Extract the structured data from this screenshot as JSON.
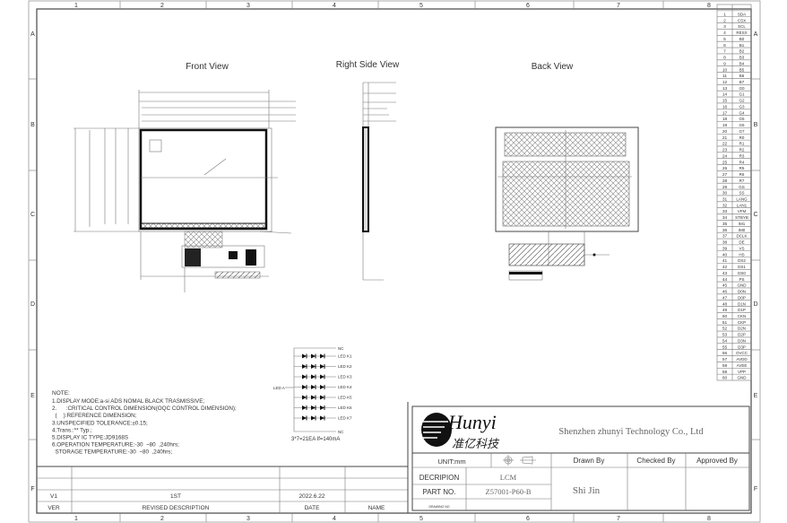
{
  "ruler": {
    "columns": [
      "1",
      "2",
      "3",
      "4",
      "5",
      "6",
      "7",
      "8"
    ],
    "rows": [
      "A",
      "B",
      "C",
      "D",
      "E",
      "F"
    ]
  },
  "views": {
    "front": "Front View",
    "right_side": "Right Side View",
    "back": "Back View"
  },
  "pins": [
    [
      "1",
      "SDA"
    ],
    [
      "2",
      "CSX"
    ],
    [
      "3",
      "SCL"
    ],
    [
      "4",
      "RESX"
    ],
    [
      "5",
      "B0"
    ],
    [
      "6",
      "B1"
    ],
    [
      "7",
      "B2"
    ],
    [
      "8",
      "B3"
    ],
    [
      "9",
      "B4"
    ],
    [
      "10",
      "B5"
    ],
    [
      "11",
      "B6"
    ],
    [
      "12",
      "B7"
    ],
    [
      "13",
      "G0"
    ],
    [
      "14",
      "G1"
    ],
    [
      "15",
      "G2"
    ],
    [
      "16",
      "G3"
    ],
    [
      "17",
      "G4"
    ],
    [
      "18",
      "G5"
    ],
    [
      "19",
      "G6"
    ],
    [
      "20",
      "G7"
    ],
    [
      "21",
      "R0"
    ],
    [
      "22",
      "R1"
    ],
    [
      "23",
      "R2"
    ],
    [
      "24",
      "R3"
    ],
    [
      "25",
      "R4"
    ],
    [
      "26",
      "R5"
    ],
    [
      "27",
      "R6"
    ],
    [
      "28",
      "R7"
    ],
    [
      "29",
      "GS"
    ],
    [
      "30",
      "SS"
    ],
    [
      "31",
      "LANG"
    ],
    [
      "32",
      "LAN1"
    ],
    [
      "33",
      "VFM"
    ],
    [
      "34",
      "STBYB"
    ],
    [
      "35",
      "IM1"
    ],
    [
      "36",
      "IM0"
    ],
    [
      "37",
      "DCLK"
    ],
    [
      "38",
      "DE"
    ],
    [
      "39",
      "VS"
    ],
    [
      "40",
      "HS"
    ],
    [
      "41",
      "DS2"
    ],
    [
      "42",
      "DS1"
    ],
    [
      "43",
      "DS0"
    ],
    [
      "44",
      "PS"
    ],
    [
      "45",
      "GND"
    ],
    [
      "46",
      "D0N"
    ],
    [
      "47",
      "D0P"
    ],
    [
      "48",
      "D1N"
    ],
    [
      "49",
      "D1P"
    ],
    [
      "50",
      "CKN"
    ],
    [
      "51",
      "CKP"
    ],
    [
      "52",
      "D2N"
    ],
    [
      "53",
      "D2P"
    ],
    [
      "54",
      "D3N"
    ],
    [
      "55",
      "D3P"
    ],
    [
      "56",
      "OVCC"
    ],
    [
      "57",
      "AVDD"
    ],
    [
      "58",
      "AVEE"
    ],
    [
      "59",
      "VPP"
    ],
    [
      "60",
      "GND"
    ]
  ],
  "notes": {
    "title": "NOTE:",
    "lines": [
      "1.DISPLAY MODE:a-si ADS NOMAL BLACK TRASMISSIVE;",
      "2.      :CRITICAL CONTROL DIMENSION(OQC CONTROL DIMENSION);",
      "  (    ):REFERENCE DIMENSION;",
      "3.UNSPECIFIED TOLERANCE:±0.15;",
      "4.Trans.:** Typ.;",
      "5.DISPLAY IC TYPE:JD9168S",
      "6.OPERATION TEMPERATURE:-30  ~80  ,240hrs;",
      "  STORAGE TEMPERATURE:-30  ~80  ,240hrs;"
    ]
  },
  "led": {
    "anode": "LED A",
    "cathodes": [
      "LED K1",
      "LED K2",
      "LED K3",
      "LED K4",
      "LED K5",
      "LED K6",
      "LED K7"
    ],
    "nc": "NC",
    "caption": "3*7=21EA  If=140mA"
  },
  "title_block": {
    "logo_text": "Hunyi",
    "logo_cn": "准亿科技",
    "company": "Shenzhen zhunyi Technology Co., Ltd",
    "unit": "UNIT:mm",
    "drawn_by_label": "Drawn By",
    "checked_by_label": "Checked By",
    "approved_by_label": "Approved By",
    "description_label": "DECRIPION",
    "description": "LCM",
    "part_no_label": "PART NO.",
    "part_no": "Z57001-P60-B",
    "drawing_no_label": "DRAWING NO",
    "drawn_by": "Shi Jin"
  },
  "revision": {
    "ver": "V1",
    "description": "1ST",
    "date": "2022.6.22",
    "headers": {
      "ver": "VER",
      "description": "REVISED DESCRIPTION",
      "date": "DATE",
      "name": "NAME"
    }
  }
}
